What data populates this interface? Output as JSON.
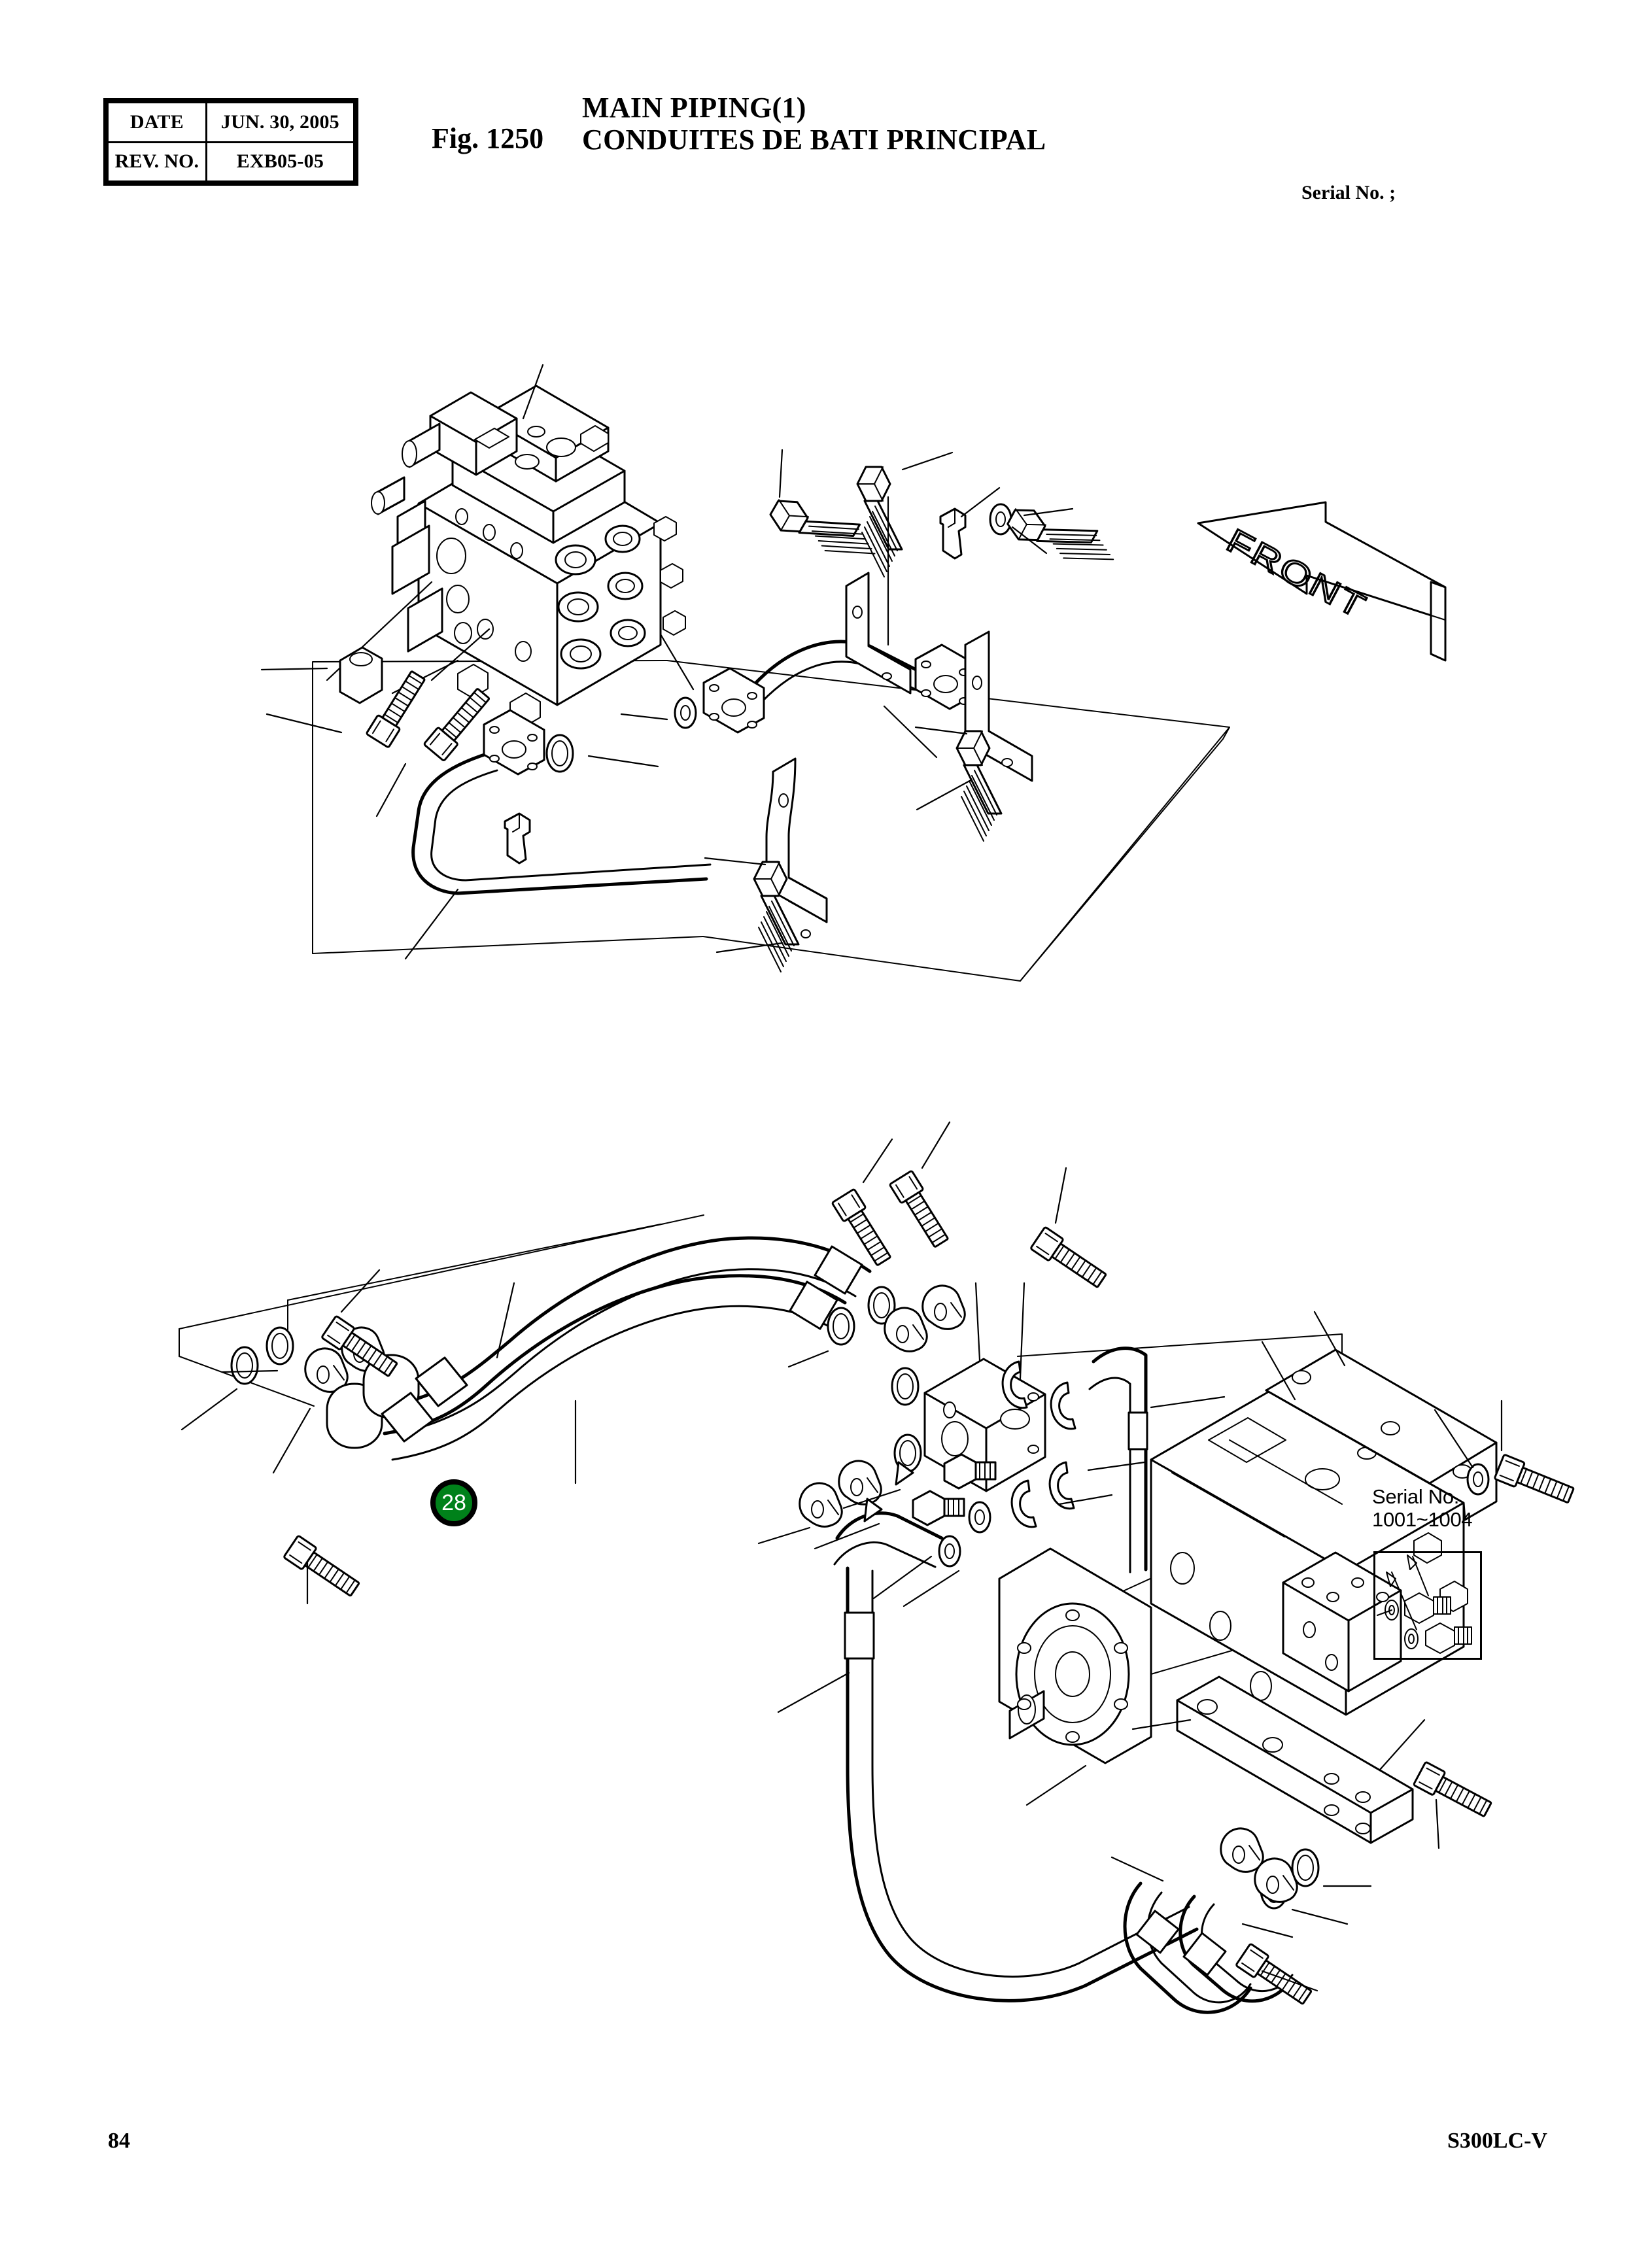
{
  "header": {
    "meta_rows": [
      {
        "key": "DATE",
        "value": "JUN. 30, 2005"
      },
      {
        "key": "REV. NO.",
        "value": "EXB05-05"
      }
    ],
    "fig_number": "Fig. 1250",
    "title_en": "MAIN PIPING(1)",
    "title_fr": "CONDUITES DE BATI PRINCIPAL",
    "serial_label": "Serial No. ;"
  },
  "footer": {
    "page_number": "84",
    "model_code": "S300LC-V"
  },
  "diagram": {
    "front_arrow_label": "FRONT",
    "callouts": [
      {
        "number": "28",
        "color": "#00811A",
        "ring": "#000000",
        "text_color": "#ffffff"
      }
    ],
    "serial_inset": {
      "line1": "Serial No.",
      "line2": "1001~1004"
    }
  }
}
